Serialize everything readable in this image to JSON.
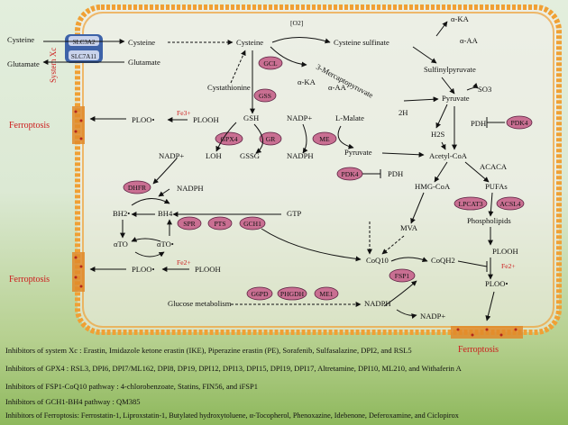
{
  "membrane": {
    "system_label": "System Xc",
    "transporter_top": "SLC3A2",
    "transporter_bottom": "SLC7A11",
    "outside_cysteine": "Cysteine",
    "outside_glutamate": "Glutamate",
    "inside_cysteine": "Cysteine",
    "inside_glutamate": "Glutamate"
  },
  "ferroptosis_labels": [
    "Ferroptosis",
    "Ferroptosis",
    "Ferroptosis"
  ],
  "metabolites": {
    "cysteine": "Cysteine",
    "o2": "[O2]",
    "cysteine_sulfinate": "Cysteine sulfinate",
    "aka1": "α-KA",
    "aaa1": "α-AA",
    "sulfinylpyruvate": "Sulfinylpyruvate",
    "mercaptopyruvate": "3-Mercaptopyruvate",
    "aka2": "α-KA",
    "aaa2": "α-AA",
    "cystathionine": "Cystathionine",
    "pyruvate1": "Pyruvate",
    "so3": "SO3",
    "two_h": "2H",
    "h2s": "H2S",
    "pdh1": "PDH",
    "gsh": "GSH",
    "nadp_plus1": "NADP+",
    "l_malate": "L-Malate",
    "ploo_1": "PLOO•",
    "plooh1": "PLOOH",
    "fe3": "Fe3+",
    "loh": "LOH",
    "gssg": "GSSG",
    "nadph1": "NADPH",
    "pyruvate2": "Pyruvate",
    "acetyl_coa": "Acetyl-CoA",
    "pdh2": "PDH",
    "acaca": "ACACA",
    "nadp_plus2": "NADP+",
    "nadph2": "NADPH",
    "hmg_coa": "HMG-CoA",
    "pufas": "PUFAs",
    "bh2": "BH2•",
    "bh4": "BH4",
    "gtp": "GTP",
    "phospholipids": "Phospholipids",
    "mva": "MVA",
    "ato": "αTO",
    "ato_rad": "αTO•",
    "coq10": "CoQ10",
    "coqh2": "CoQH2",
    "plooh2": "PLOOH",
    "fe2_left": "Fe2+",
    "ploo_2": "PLOO•",
    "plooh3": "PLOOH",
    "fe2_right": "Fe2+",
    "ploo_3": "PLOO•",
    "glucose_metabolism": "Glucose metabolism",
    "nadph3": "NADPH",
    "nadp_plus3": "NADP+"
  },
  "enzymes": {
    "gcl": "GCL",
    "gss": "GSS",
    "gpx4": "GPX4",
    "gr": "GR",
    "me1": "ME",
    "pdk4_top": "PDK4",
    "pdk4_mid": "PDK4",
    "dhfr": "DHFR",
    "spr": "SPR",
    "pts": "PTS",
    "gch1": "GCH1",
    "lpcat3": "LPCAT3",
    "acsl4": "ACSL4",
    "fsp1": "FSP1",
    "g6pd": "G6PD",
    "phgdh": "PHGDH",
    "me2": "ME1"
  },
  "inhibitors": {
    "system_xc_label": "Inhibitors of system Xc :",
    "system_xc_list": "Erastin, Imidazole ketone erastin (IKE), Piperazine erastin (PE), Sorafenib, Sulfasalazine, DPI2, and RSL5",
    "gpx4": "Inhibitors of GPX4 : RSL3, DPI6, DPI7/ML162, DPI8, DP19, DPI12, DPI13, DPI15, DPI19, DPI17, Altretamine, DPI10, ML210, and Withaferin A",
    "fsp1": "Inhibitors of FSP1-CoQ10 pathway : 4-chlorobenzoate, Statins, FIN56, and iFSP1",
    "gch1": "Inhibitors of GCH1-BH4 pathway : QM385",
    "ferroptosis": "Inhibitors of Ferroptosis: Ferrostatin-1, Liproxstatin-1, Butylated hydroxytoluene, α-Tocopherol, Phenoxazine, Idebenone, Deferoxamine, and Ciclopirox"
  },
  "colors": {
    "membrane": "#f0a034",
    "enzyme_fill": "#c96f92",
    "transporter": "#3d62a8",
    "ferroptosis_text": "#cc1b1b"
  }
}
